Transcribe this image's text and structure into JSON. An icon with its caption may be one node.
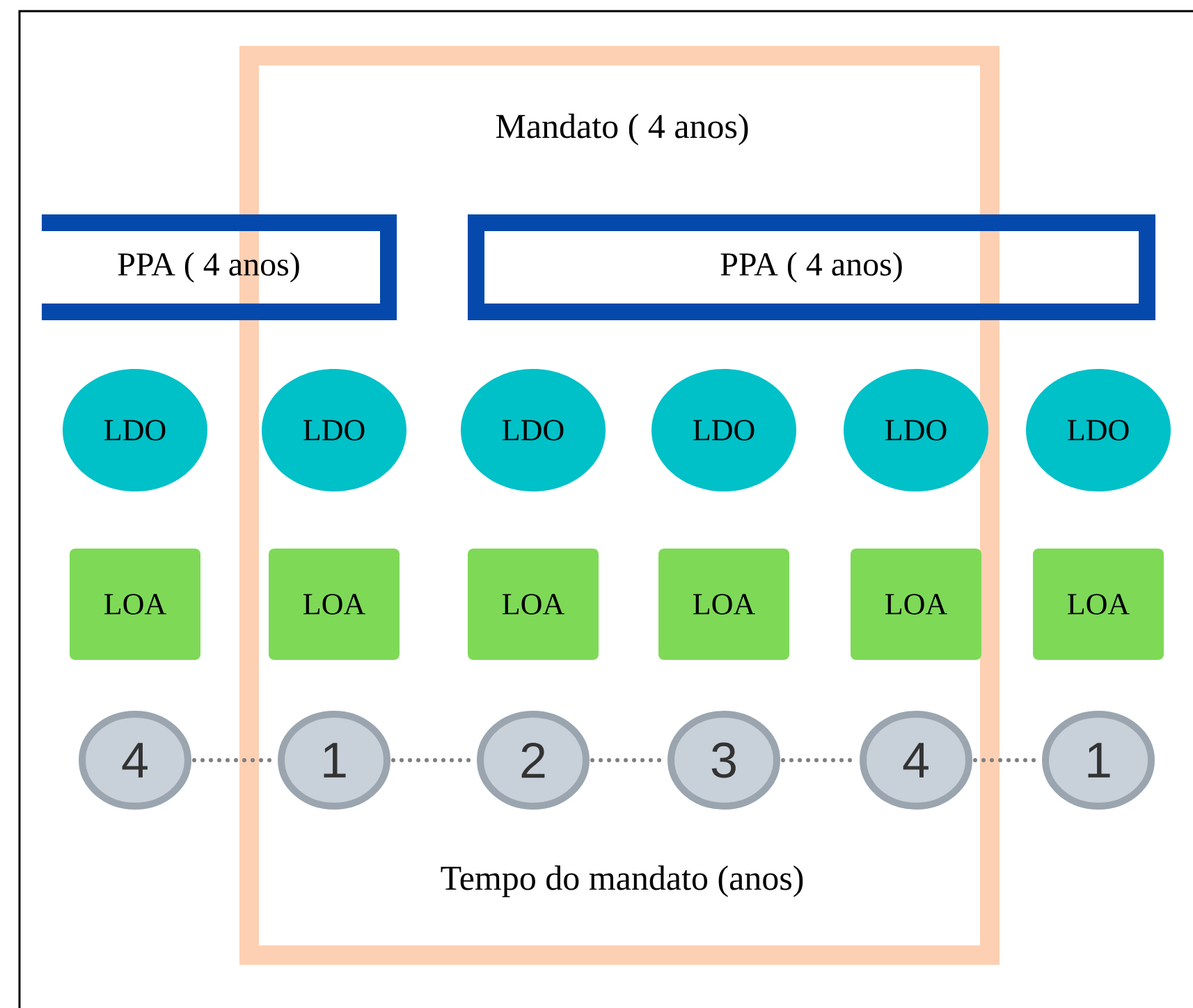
{
  "diagram": {
    "nodes": [
      {
        "text": [
          "Mandato ( 4 anos)",
          "Tempo do mandato (anos)"
        ]
      },
      {
        "text": [
          "PPA ( 4 anos)"
        ]
      },
      {
        "text": [
          "PPA ( 4 anos)"
        ]
      },
      {
        "text": [
          "LDO"
        ]
      },
      {
        "text": [
          "LDO"
        ],
        "in": 0
      },
      {
        "text": [
          "LDO"
        ],
        "in": 0
      },
      {
        "text": [
          "LDO"
        ],
        "in": 0
      },
      {
        "text": [
          "LDO"
        ],
        "in": 0
      },
      {
        "text": [
          "LDO"
        ]
      },
      {
        "text": [
          "LOA"
        ]
      },
      {
        "text": [
          "LOA"
        ],
        "in": 0
      },
      {
        "text": [
          "LOA"
        ],
        "in": 0
      },
      {
        "text": [
          "LOA"
        ],
        "in": 0
      },
      {
        "text": [
          "LOA"
        ],
        "in": 0
      },
      {
        "text": [
          "LOA"
        ]
      },
      {
        "text": [
          "4"
        ]
      },
      {
        "text": [
          "1"
        ],
        "in": 0
      },
      {
        "text": [
          "2"
        ],
        "in": 0
      },
      {
        "text": [
          "3"
        ],
        "in": 0
      },
      {
        "text": [
          "4"
        ],
        "in": 0
      },
      {
        "text": [
          "1"
        ]
      }
    ],
    "edges": [
      {
        "from": 15,
        "to": 16,
        "arrow": "none"
      },
      {
        "from": 16,
        "to": 17,
        "arrow": "none"
      },
      {
        "from": 17,
        "to": 18,
        "arrow": "none"
      },
      {
        "from": 18,
        "to": 19,
        "arrow": "none"
      },
      {
        "from": 19,
        "to": 20,
        "arrow": "none"
      }
    ]
  }
}
